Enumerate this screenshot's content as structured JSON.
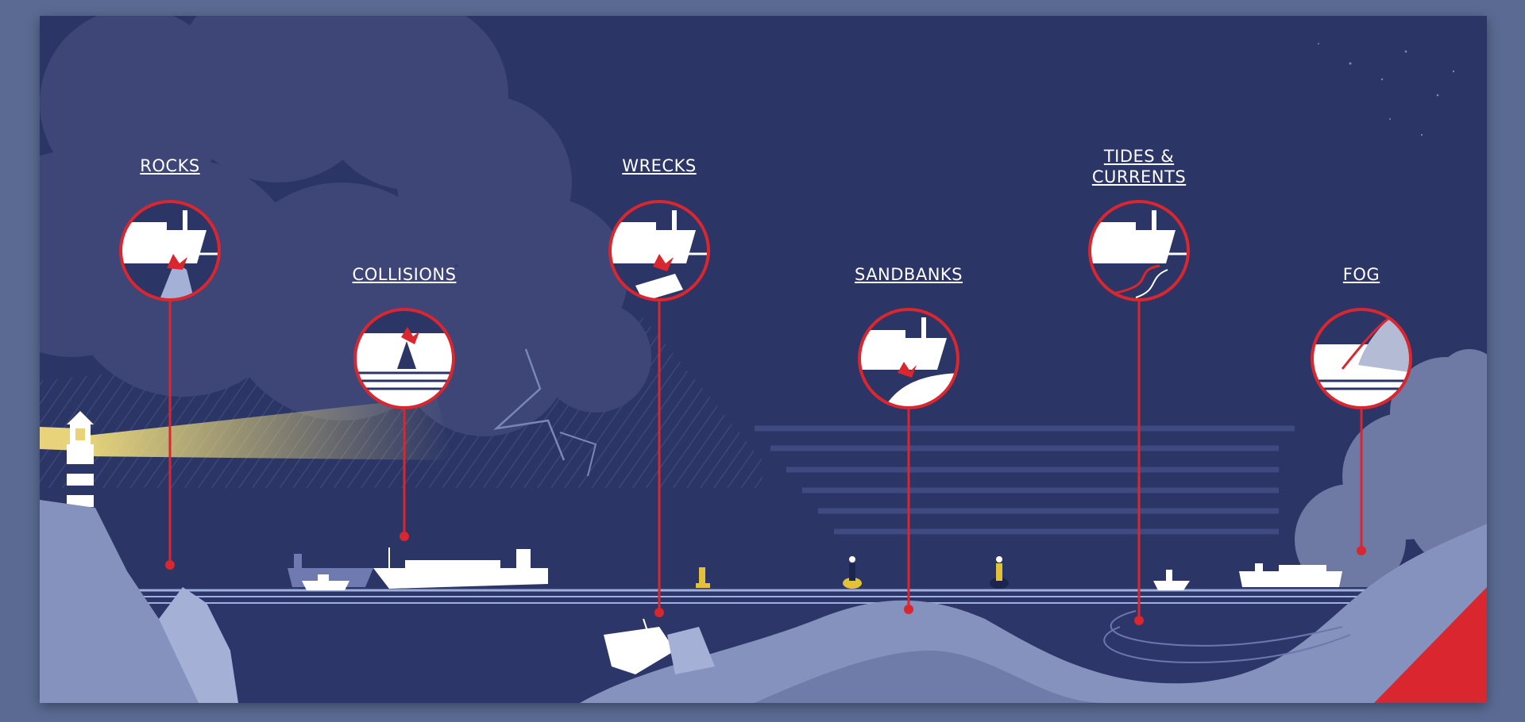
{
  "hazards": [
    {
      "id": "rocks",
      "label": "ROCKS",
      "icon": "rocks-impact-icon"
    },
    {
      "id": "collisions",
      "label": "COLLISIONS",
      "icon": "collision-icon"
    },
    {
      "id": "wrecks",
      "label": "WRECKS",
      "icon": "wreck-impact-icon"
    },
    {
      "id": "sandbanks",
      "label": "SANDBANKS",
      "icon": "sandbank-grounding-icon"
    },
    {
      "id": "tides",
      "label_line1": "TIDES &",
      "label_line2": "CURRENTS",
      "icon": "tide-currents-icon"
    },
    {
      "id": "fog",
      "label": "FOG",
      "icon": "fog-icon"
    }
  ],
  "colors": {
    "sky": "#2b3566",
    "cloud": "#3d4677",
    "sea": "#2c3668",
    "land": "#8592bd",
    "accent_red": "#d9262f",
    "light_beam": "#e8d27a",
    "white": "#ffffff"
  }
}
